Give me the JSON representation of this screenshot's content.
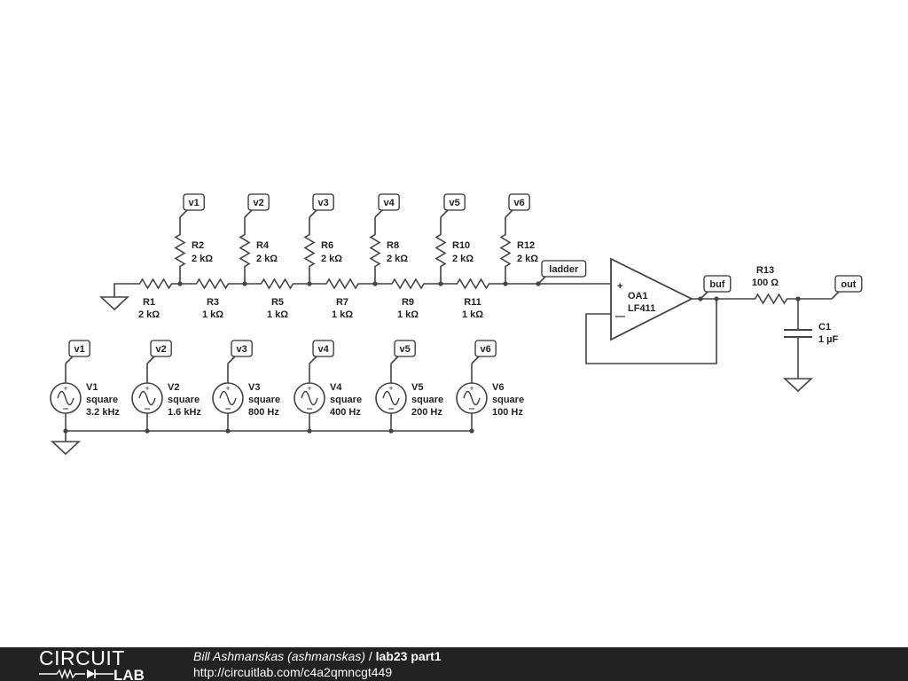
{
  "schematic": {
    "ladder_resistors": [
      {
        "ref": "R1",
        "value": "2 kΩ"
      },
      {
        "ref": "R3",
        "value": "1 kΩ"
      },
      {
        "ref": "R5",
        "value": "1 kΩ"
      },
      {
        "ref": "R7",
        "value": "1 kΩ"
      },
      {
        "ref": "R9",
        "value": "1 kΩ"
      },
      {
        "ref": "R11",
        "value": "1 kΩ"
      }
    ],
    "input_resistors": [
      {
        "ref": "R2",
        "value": "2 kΩ",
        "net": "v1"
      },
      {
        "ref": "R4",
        "value": "2 kΩ",
        "net": "v2"
      },
      {
        "ref": "R6",
        "value": "2 kΩ",
        "net": "v3"
      },
      {
        "ref": "R8",
        "value": "2 kΩ",
        "net": "v4"
      },
      {
        "ref": "R10",
        "value": "2 kΩ",
        "net": "v5"
      },
      {
        "ref": "R12",
        "value": "2 kΩ",
        "net": "v6"
      }
    ],
    "sources": [
      {
        "ref": "V1",
        "type": "square",
        "freq": "3.2 kHz",
        "net": "v1"
      },
      {
        "ref": "V2",
        "type": "square",
        "freq": "1.6 kHz",
        "net": "v2"
      },
      {
        "ref": "V3",
        "type": "square",
        "freq": "800 Hz",
        "net": "v3"
      },
      {
        "ref": "V4",
        "type": "square",
        "freq": "400 Hz",
        "net": "v4"
      },
      {
        "ref": "V5",
        "type": "square",
        "freq": "200 Hz",
        "net": "v5"
      },
      {
        "ref": "V6",
        "type": "square",
        "freq": "100 Hz",
        "net": "v6"
      }
    ],
    "opamp": {
      "ref": "OA1",
      "part": "LF411",
      "plus": "+",
      "minus": "—"
    },
    "r13": {
      "ref": "R13",
      "value": "100 Ω"
    },
    "c1": {
      "ref": "C1",
      "value": "1 µF"
    },
    "net_ladder": "ladder",
    "net_buf": "buf",
    "net_out": "out",
    "colors": {
      "wire": "#444444",
      "tag_bg": "#ffffff",
      "footer_bg": "#222222"
    }
  },
  "footer": {
    "logo_top": "CIRCUIT",
    "logo_bottom": "LAB",
    "author": "Bill Ashmanskas (ashmanskas)",
    "separator": " / ",
    "title": "lab23 part1",
    "url": "http://circuitlab.com/c4a2qmncgt449"
  }
}
